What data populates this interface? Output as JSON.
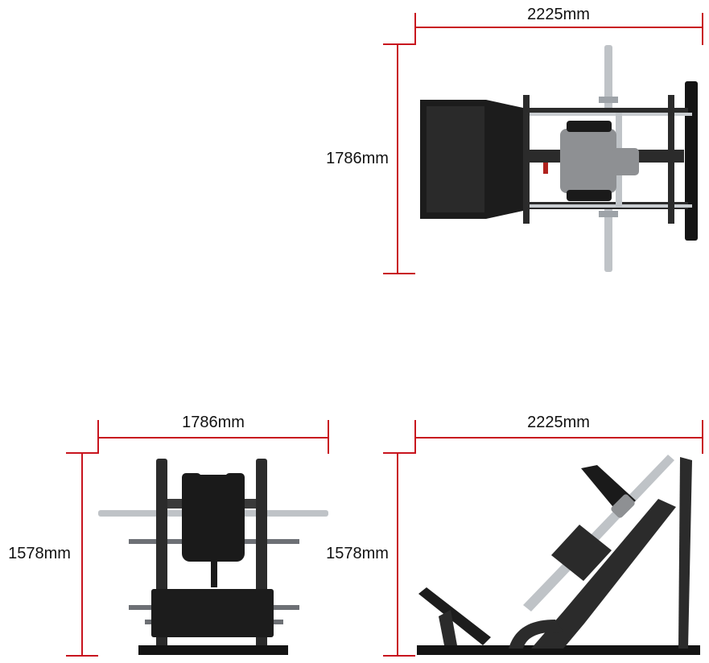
{
  "colors": {
    "dimension_line": "#c8141e",
    "frame_dark": "#2b2b2b",
    "frame_black": "#141414",
    "chrome": "#bfc3c7",
    "seat_grey": "#8e9093",
    "pad_black": "#1a1a1a"
  },
  "views": {
    "top": {
      "width_label": "2225mm",
      "depth_label": "1786mm"
    },
    "front": {
      "width_label": "1786mm",
      "height_label": "1578mm"
    },
    "side": {
      "width_label": "2225mm",
      "height_label": "1578mm"
    }
  }
}
